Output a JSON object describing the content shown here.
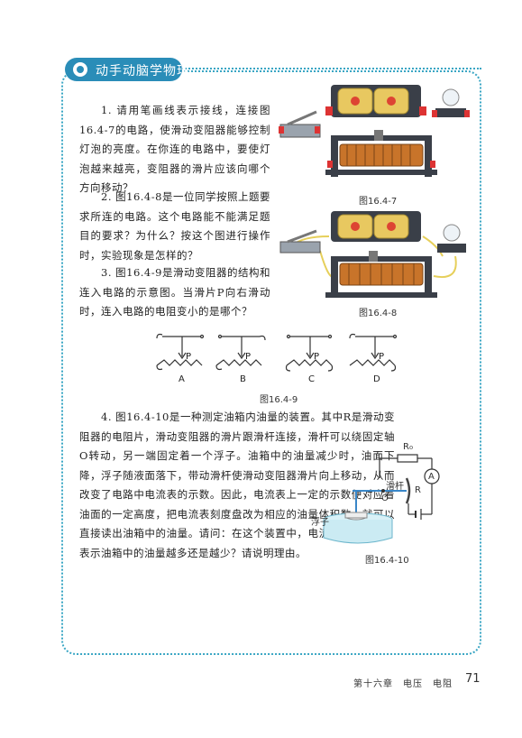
{
  "section": {
    "title": "动手动脑学物理"
  },
  "q1": "1. 请用笔画线表示接线，连接图16.4-7的电路，使滑动变阻器能够控制灯泡的亮度。在你连的电路中，要使灯泡越来越亮，变阻器的滑片应该向哪个方向移动？",
  "q2": "2. 图16.4-8是一位同学按照上题要求所连的电路。这个电路能不能满足题目的要求？为什么？按这个图进行操作时，实验现象是怎样的？",
  "q3": "3. 图16.4-9是滑动变阻器的结构和连入电路的示意图。当滑片P向右滑动时，连入电路的电阻变小的是哪个？",
  "q4": "4. 图16.4-10是一种测定油箱内油量的装置。其中R是滑动变阻器的电阻片，滑动变阻器的滑片跟滑杆连接，滑杆可以绕固定轴O转动，另一端固定着一个浮子。油箱中的油量减少时，油面下降，浮子随液面落下，带动滑杆使滑动变阻器滑片向上移动，从而改变了电路中电流表的示数。因此，电流表上一定的示数便对应着油面的一定高度，把电流表刻度盘改为相应的油量体积数，就可以直接读出油箱中的油量。请问：在这个装置中，电流表示数越大，表示油箱中的油量越多还是越少？请说明理由。",
  "figures": {
    "fig7": "图16.4-7",
    "fig8": "图16.4-8",
    "fig9": "图16.4-9",
    "fig10": "图16.4-10"
  },
  "fig9_options": [
    "A",
    "B",
    "C",
    "D"
  ],
  "fig9_slider": "P",
  "fig10_labels": {
    "r0": "R₀",
    "ammeter": "A",
    "lever": "滑杆",
    "pivot": "O",
    "resistor": "R",
    "float": "浮子"
  },
  "footer": {
    "chapter": "第十六章　电压　电阻",
    "page": "71"
  },
  "colors": {
    "accent": "#2a8db8",
    "battery": "#e8c860",
    "coil": "#c8742a",
    "wire": "#e6cf5a"
  }
}
